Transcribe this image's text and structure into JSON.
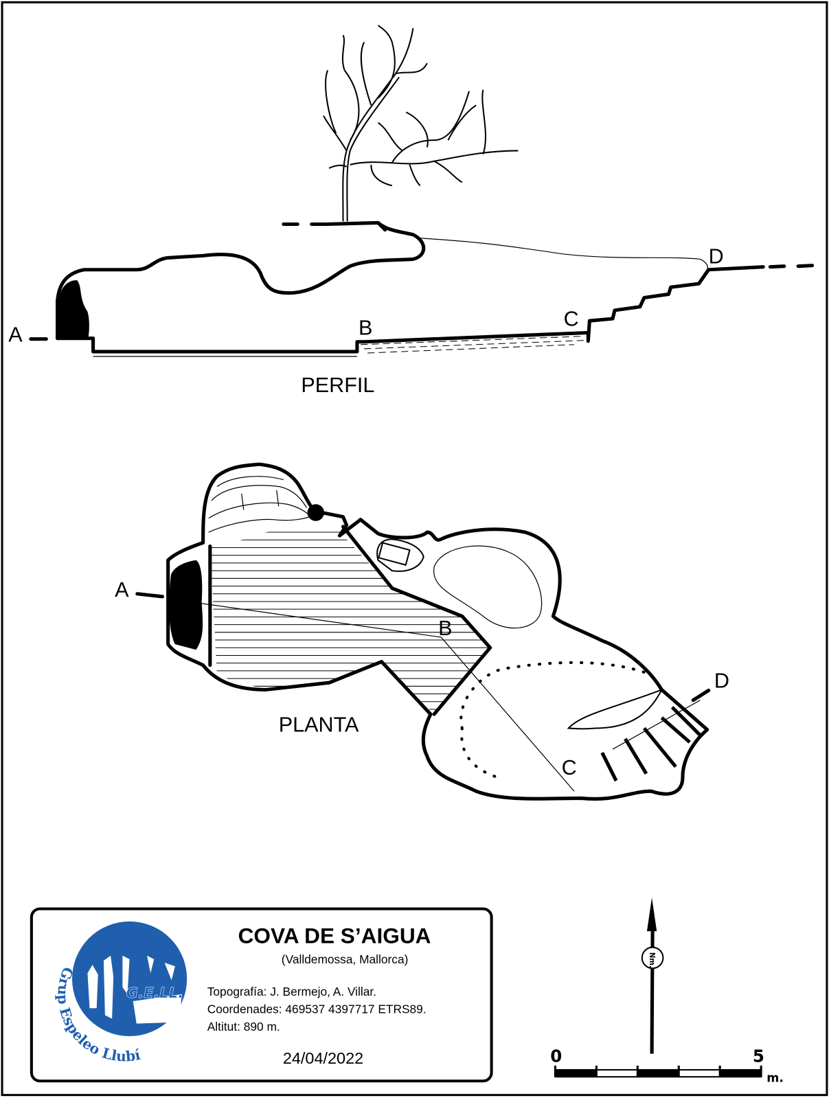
{
  "profile": {
    "label": "PERFIL",
    "stations": [
      "A",
      "B",
      "C",
      "D"
    ]
  },
  "plan": {
    "label": "PLANTA",
    "stations": [
      "A",
      "B",
      "C",
      "D"
    ]
  },
  "legend": {
    "title": "COVA DE S’AIGUA",
    "location": "(Valldemossa, Mallorca)",
    "topography": "Topografía: J. Bermejo, A. Villar.",
    "coordinates": "Coordenades: 469537 4397717 ETRS89.",
    "altitude": "Altitut: 890 m.",
    "date": "24/04/2022",
    "logo": {
      "initials": "G.E.LL.",
      "name": "Grup Espeleo Llubí",
      "color": "#1f5fae"
    }
  },
  "north_arrow": {
    "label": "Nm."
  },
  "scale_bar": {
    "start_label": "0",
    "end_label": "5",
    "unit": "m.",
    "max_meters": 5
  }
}
